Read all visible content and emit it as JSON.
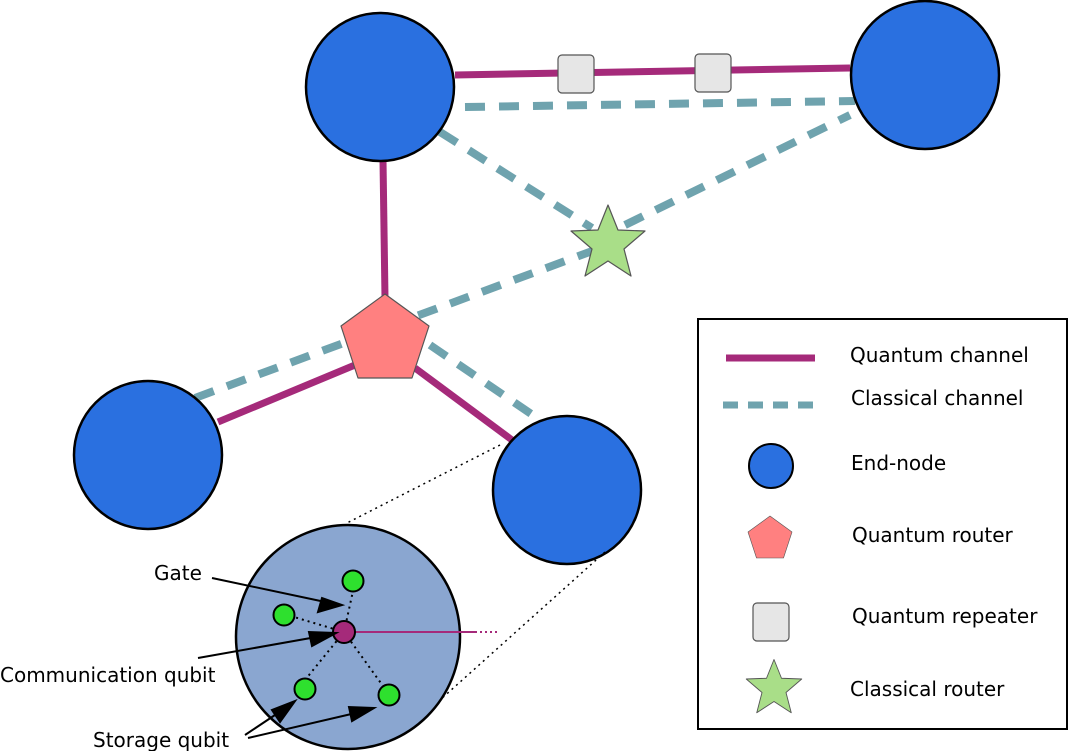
{
  "colors": {
    "end_node": "#2a70e0",
    "quantum_channel": "#a52a7a",
    "classical_channel": "#6fa3ae",
    "quantum_router": "#ff8080",
    "quantum_repeater": "#e6e6e6",
    "classical_router": "#a9de88",
    "inset_fill": "#8aa6d0",
    "storage_qubit": "#2ee02e",
    "communication_qubit": "#a52a7a"
  },
  "inset_labels": {
    "gate": "Gate",
    "communication_qubit": "Communication qubit",
    "storage_qubit": "Storage qubit"
  },
  "legend": {
    "items": [
      {
        "label": "Quantum channel",
        "icon": "solid-line"
      },
      {
        "label": "Classical channel",
        "icon": "dashed-line"
      },
      {
        "label": "End-node",
        "icon": "blue-circle"
      },
      {
        "label": "Quantum router",
        "icon": "pentagon"
      },
      {
        "label": "Quantum repeater",
        "icon": "gray-square"
      },
      {
        "label": "Classical router",
        "icon": "star"
      }
    ]
  }
}
